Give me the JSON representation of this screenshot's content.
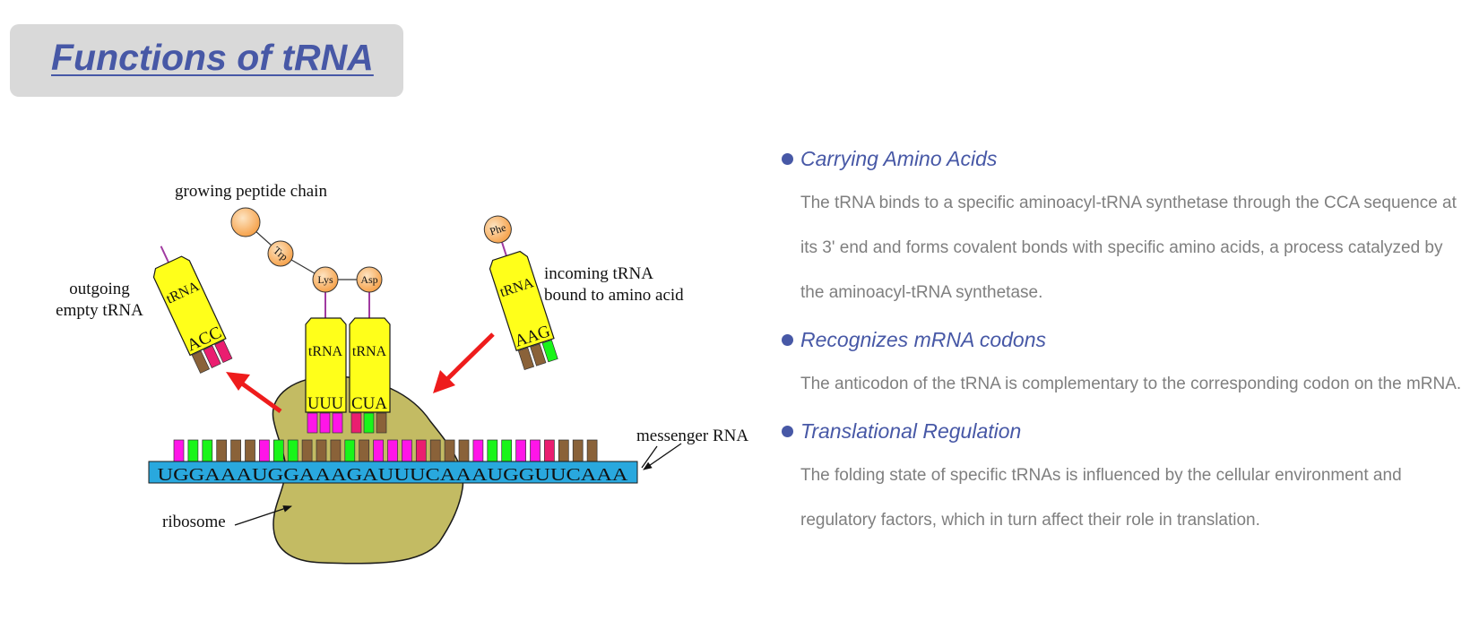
{
  "page": {
    "title": "Functions of tRNA"
  },
  "colors": {
    "accent": "#4758a6",
    "title_box": "#d9d9d9",
    "body_text": "#7f7f7f",
    "trna_yellow": "#ffff1a",
    "mrna_blue": "#29a8de",
    "ribosome": "#c3bb63",
    "amino_orange": "#f6a24b",
    "arrow_red": "#ee1c1c",
    "base_magenta": "#ff15e8",
    "base_green": "#19f519",
    "base_brown": "#8a6239",
    "base_pink": "#ea1e70"
  },
  "diagram": {
    "labels": {
      "growing_chain": "growing peptide chain",
      "outgoing_line1": "outgoing",
      "outgoing_line2": "empty tRNA",
      "incoming_line1": "incoming tRNA",
      "incoming_line2": "bound to amino acid",
      "messenger_rna": "messenger RNA",
      "ribosome": "ribosome"
    },
    "mrna_sequence": "UGGAAAUGGAAAGAUUUCAAAUGGUUCAAA",
    "amino_acids": {
      "trp": "Trp",
      "lys": "Lys",
      "asp": "Asp",
      "phe": "Phe"
    },
    "trna": {
      "label": "tRNA",
      "outgoing_anticodon": "ACC",
      "p_site_anticodon": "UUU",
      "a_site_anticodon": "CUA",
      "incoming_anticodon": "AAG"
    }
  },
  "functions": [
    {
      "title": "Carrying Amino Acids",
      "description": "The tRNA binds to a specific aminoacyl-tRNA synthetase through the CCA sequence at its 3' end and forms covalent bonds with specific amino acids, a process catalyzed by the aminoacyl-tRNA synthetase."
    },
    {
      "title": "Recognizes mRNA codons",
      "description": "The anticodon of the tRNA is complementary to the corresponding codon on the mRNA."
    },
    {
      "title": "Translational Regulation",
      "description": "The folding state of specific tRNAs is influenced by the cellular environment and regulatory factors, which in turn affect their role in translation."
    }
  ]
}
